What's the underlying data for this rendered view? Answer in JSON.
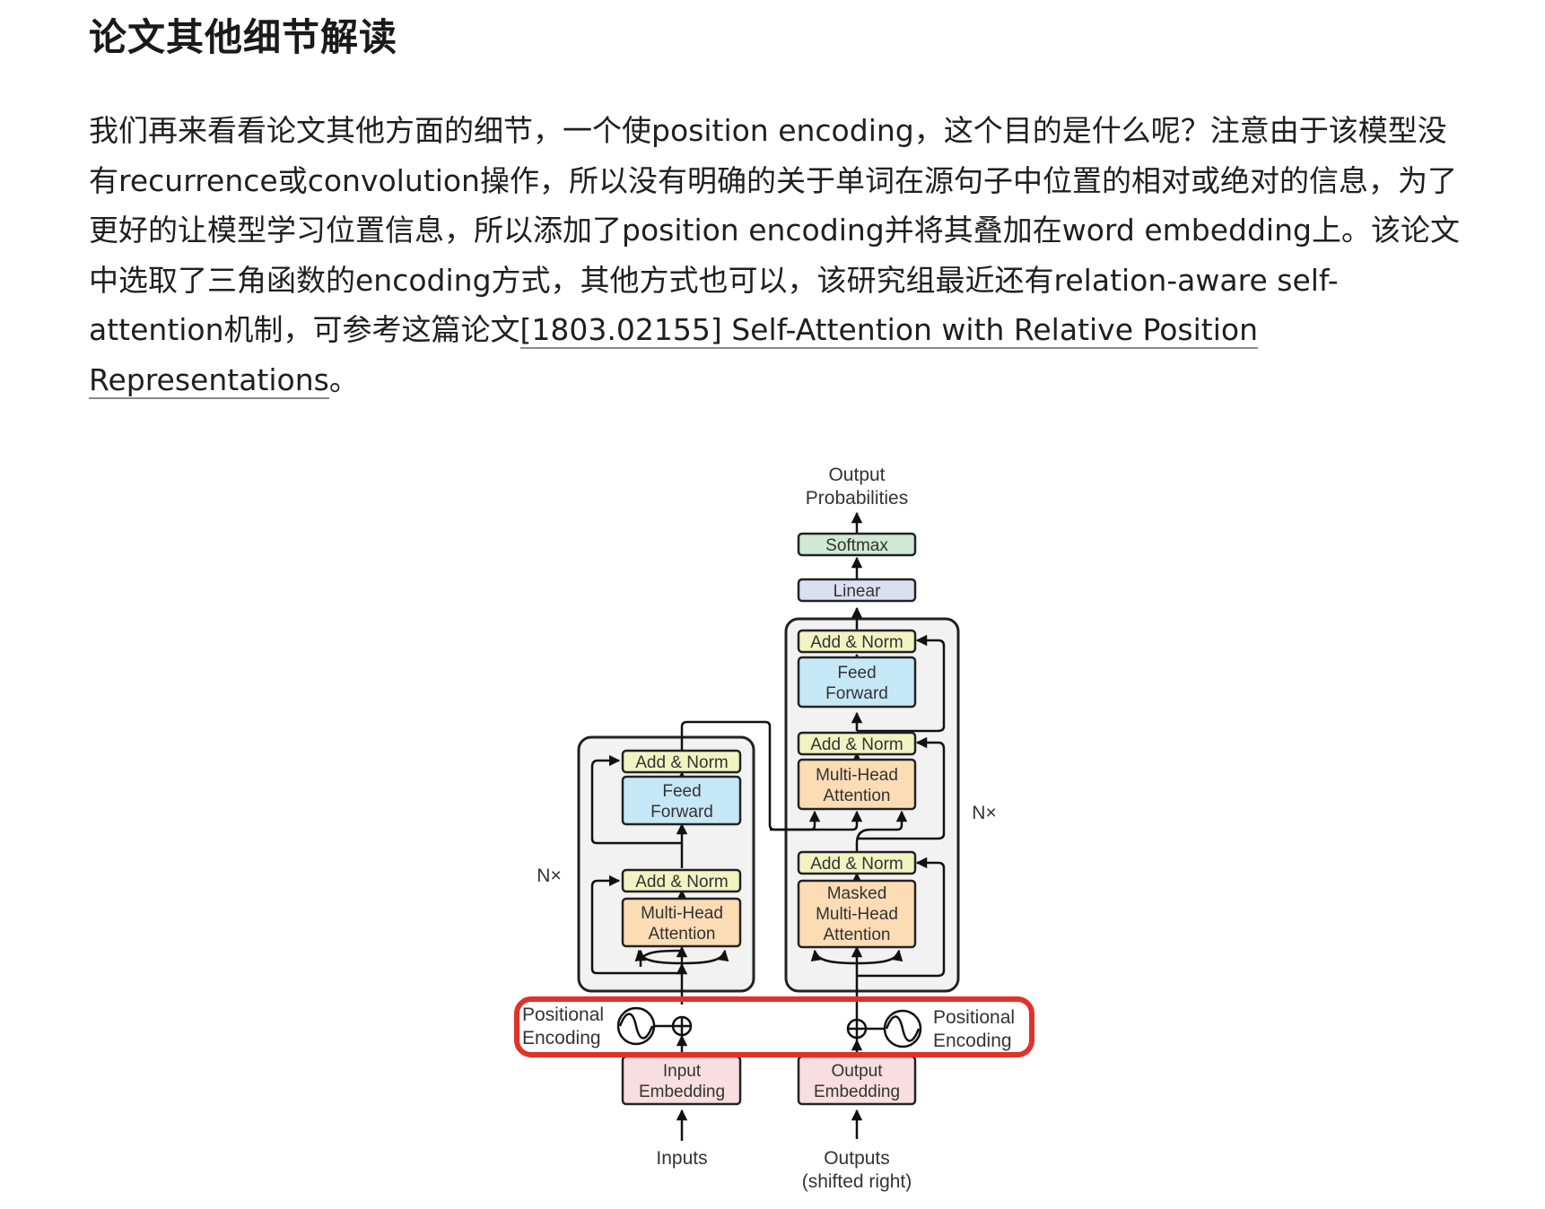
{
  "article": {
    "heading": "论文其他细节解读",
    "paragraph_text": "我们再来看看论文其他方面的细节，一个使position encoding，这个目的是什么呢？注意由于该模型没有recurrence或convolution操作，所以没有明确的关于单词在源句子中位置的相对或绝对的信息，为了更好的让模型学习位置信息，所以添加了position encoding并将其叠加在word embedding上。该论文中选取了三角函数的encoding方式，其他方式也可以，该研究组最近还有relation-aware self-attention机制，可参考这篇论文",
    "link_text": "[1803.02155] Self-Attention with Relative Position Representations",
    "paragraph_end": "。"
  },
  "figure": {
    "output_probabilities": [
      "Output",
      "Probabilities"
    ],
    "softmax": "Softmax",
    "linear": "Linear",
    "add_norm": "Add & Norm",
    "feed_forward": [
      "Feed",
      "Forward"
    ],
    "multi_head_attention": [
      "Multi-Head",
      "Attention"
    ],
    "masked_multi_head_attention": [
      "Masked",
      "Multi-Head",
      "Attention"
    ],
    "n_times": "N×",
    "positional_encoding": [
      "Positional",
      "Encoding"
    ],
    "input_embedding": [
      "Input",
      "Embedding"
    ],
    "output_embedding": [
      "Output",
      "Embedding"
    ],
    "inputs": "Inputs",
    "outputs": [
      "Outputs",
      "(shifted right)"
    ],
    "highlight_color": "#e0322a",
    "colors": {
      "add_norm": "#f1f3c2",
      "feed_forward": "#c6e7f6",
      "attention": "#fbdcb4",
      "linear": "#dcdff1",
      "softmax": "#cfe9d3",
      "embedding": "#f8dedf",
      "stack_bg": "#f2f2f2"
    }
  }
}
